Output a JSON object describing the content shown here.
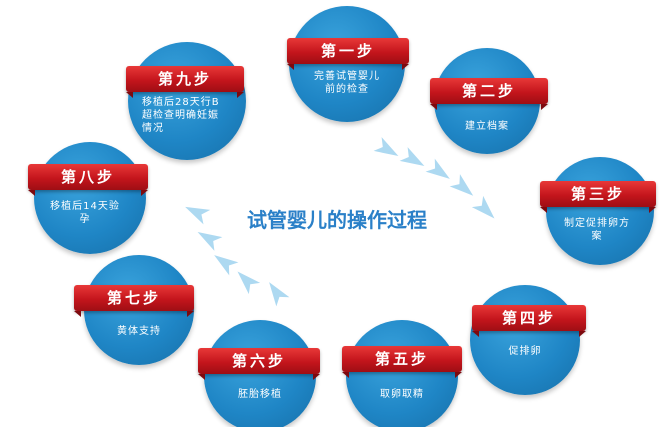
{
  "title": "试管婴儿的操作过程",
  "colors": {
    "circle": "#1f86c6",
    "ribbon": "#d21f26",
    "title": "#2a80c8",
    "arrow": "#9fd2ef"
  },
  "steps": [
    {
      "label": "第一步",
      "desc": "完善试管婴儿前的检查"
    },
    {
      "label": "第二步",
      "desc": "建立档案"
    },
    {
      "label": "第三步",
      "desc": "制定促排卵方案"
    },
    {
      "label": "第四步",
      "desc": "促排卵"
    },
    {
      "label": "第五步",
      "desc": "取卵取精"
    },
    {
      "label": "第六步",
      "desc": "胚胎移植"
    },
    {
      "label": "第七步",
      "desc": "黄体支持"
    },
    {
      "label": "第八步",
      "desc": "移植后14天验孕"
    },
    {
      "label": "第九步",
      "desc": "移植后28天行B超检查明确妊娠情况"
    }
  ]
}
